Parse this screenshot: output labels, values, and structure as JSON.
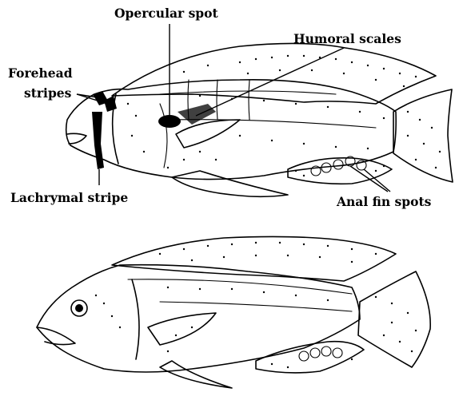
{
  "labels": {
    "opercular_spot": "Opercular spot",
    "humoral_scales": "Humoral scales",
    "forehead_line1": "Forehead",
    "forehead_line2": "stripes",
    "lachrymal_stripe": "Lachrymal stripe",
    "anal_fin_spots": "Anal fin spots"
  },
  "colors": {
    "ink": "#000000",
    "paper": "#ffffff"
  }
}
